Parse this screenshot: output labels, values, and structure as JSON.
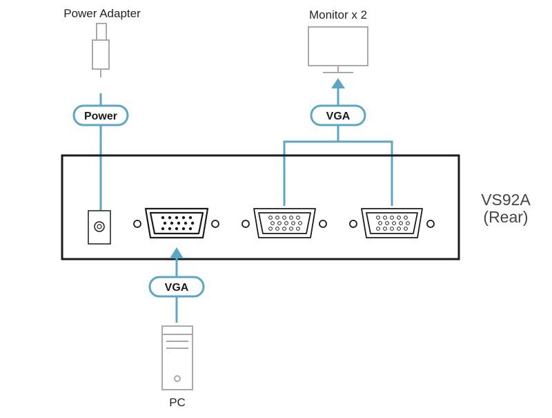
{
  "labels": {
    "power_adapter": "Power Adapter",
    "monitor": "Monitor x 2",
    "pc": "PC",
    "model": "VS92A",
    "model_sub": "(Rear)"
  },
  "pills": {
    "power": "Power",
    "vga_top": "VGA",
    "vga_bottom": "VGA"
  },
  "colors": {
    "cable": "#5aa6c8",
    "device_outline": "#1a1a1a",
    "icon_gray": "#a9a9a9"
  },
  "icons": [
    "power-adapter-icon",
    "monitor-icon",
    "pc-tower-icon",
    "dc-power-jack-icon",
    "vga-port-icon"
  ]
}
